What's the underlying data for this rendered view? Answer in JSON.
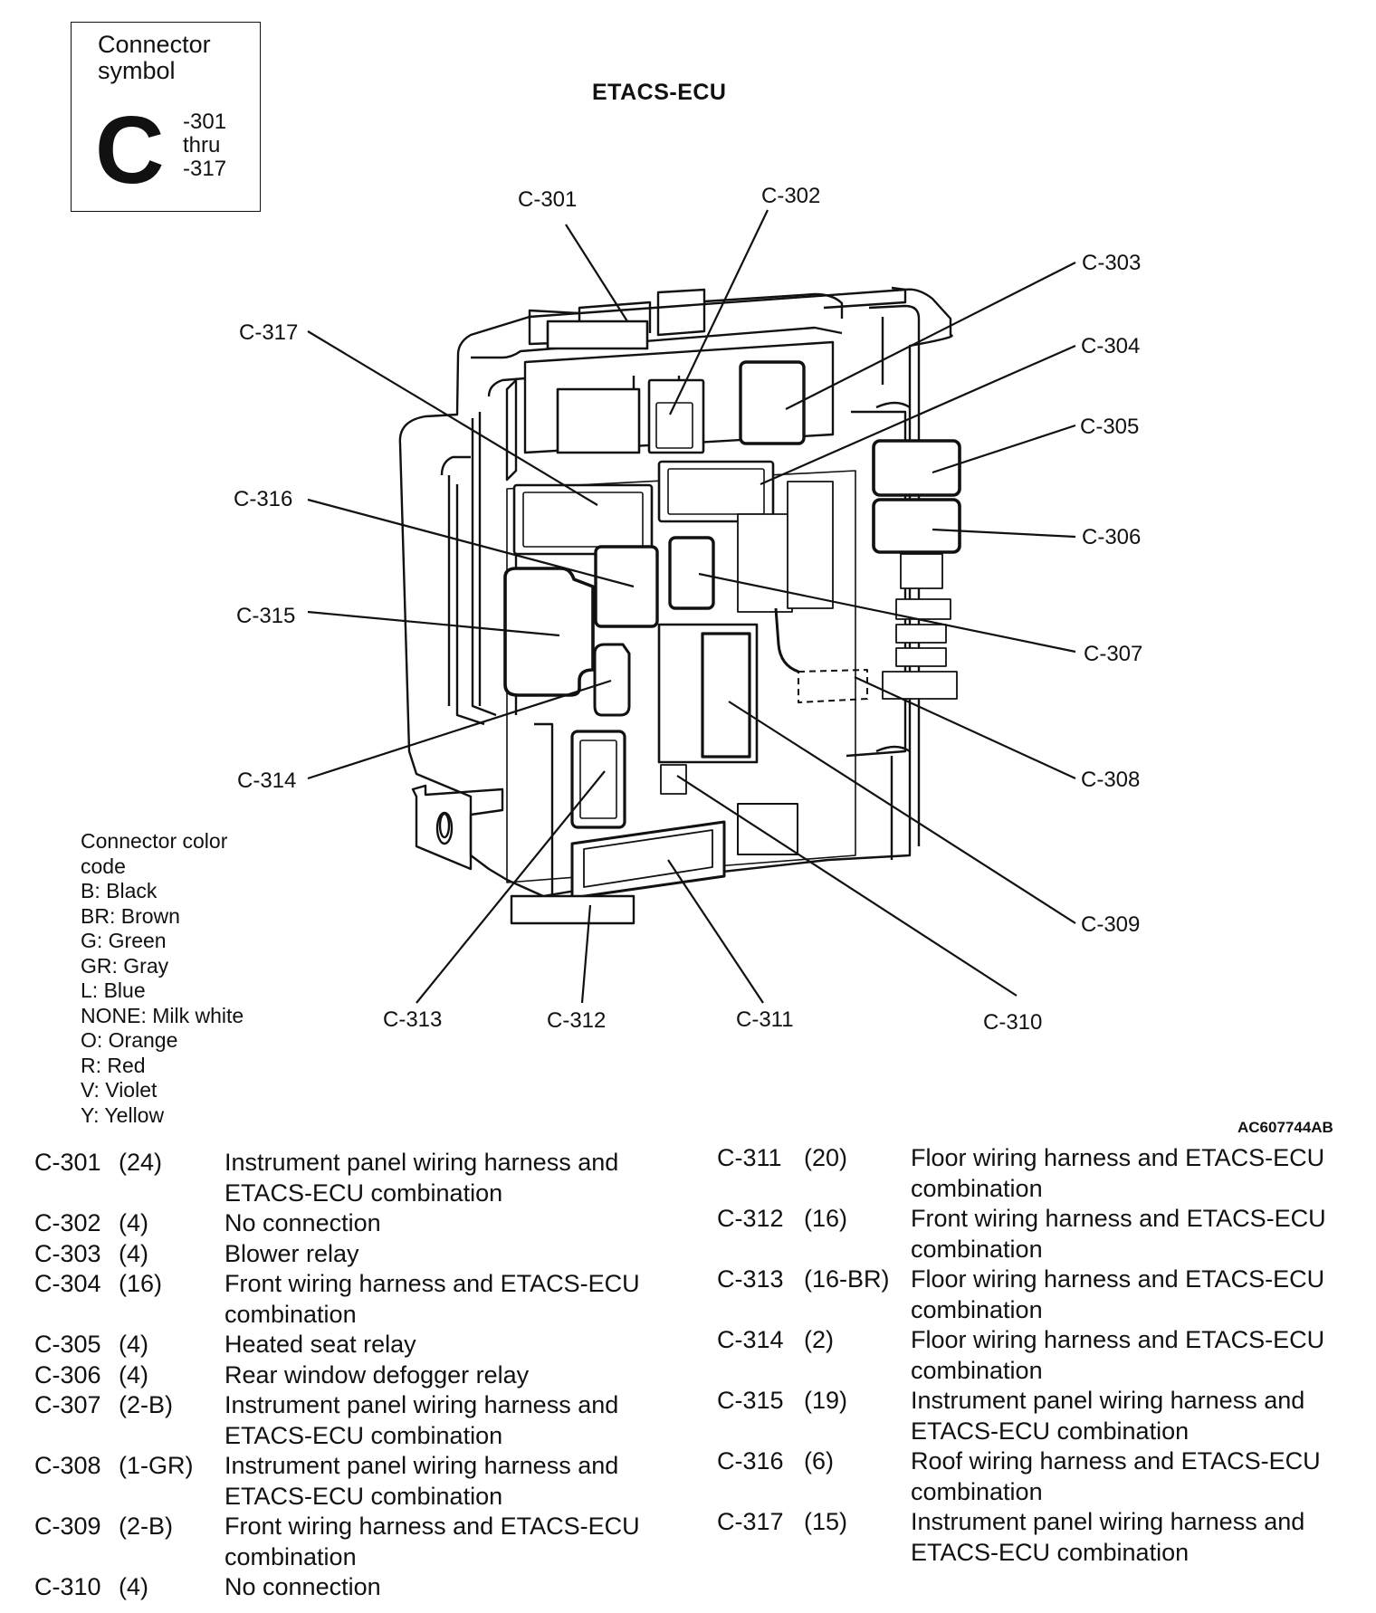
{
  "symbol_box": {
    "label": "Connector\nsymbol",
    "letter": "C",
    "range": "-301\nthru\n-317"
  },
  "title": "ETACS-ECU",
  "figure_code": "AC607744AB",
  "callouts": [
    "C-301",
    "C-302",
    "C-303",
    "C-304",
    "C-305",
    "C-306",
    "C-307",
    "C-308",
    "C-309",
    "C-310",
    "C-311",
    "C-312",
    "C-313",
    "C-314",
    "C-315",
    "C-316",
    "C-317"
  ],
  "color_legend": {
    "heading": "Connector color\ncode",
    "items": [
      "B: Black",
      "BR: Brown",
      "G: Green",
      "GR: Gray",
      "L: Blue",
      "NONE: Milk white",
      "O: Orange",
      "R: Red",
      "V: Violet",
      "Y: Yellow"
    ]
  },
  "connectors_left": [
    {
      "id": "C-301",
      "pins": "(24)",
      "desc": "Instrument panel wiring harness and\nETACS-ECU combination"
    },
    {
      "id": "C-302",
      "pins": "(4)",
      "desc": "No connection"
    },
    {
      "id": "C-303",
      "pins": "(4)",
      "desc": "Blower relay"
    },
    {
      "id": "C-304",
      "pins": "(16)",
      "desc": "Front wiring harness and ETACS-ECU\ncombination"
    },
    {
      "id": "C-305",
      "pins": "(4)",
      "desc": "Heated seat relay"
    },
    {
      "id": "C-306",
      "pins": "(4)",
      "desc": "Rear window defogger relay"
    },
    {
      "id": "C-307",
      "pins": "(2-B)",
      "desc": "Instrument panel wiring harness and\nETACS-ECU combination"
    },
    {
      "id": "C-308",
      "pins": "(1-GR)",
      "desc": "Instrument panel wiring harness and\nETACS-ECU combination"
    },
    {
      "id": "C-309",
      "pins": "(2-B)",
      "desc": "Front wiring harness and ETACS-ECU\ncombination"
    },
    {
      "id": "C-310",
      "pins": "(4)",
      "desc": "No connection"
    }
  ],
  "connectors_right": [
    {
      "id": "C-311",
      "pins": "(20)",
      "desc": "Floor wiring harness and ETACS-ECU\ncombination"
    },
    {
      "id": "C-312",
      "pins": "(16)",
      "desc": "Front wiring harness and ETACS-ECU\ncombination"
    },
    {
      "id": "C-313",
      "pins": "(16-BR)",
      "desc": "Floor wiring harness and ETACS-ECU\ncombination"
    },
    {
      "id": "C-314",
      "pins": "(2)",
      "desc": "Floor wiring harness and ETACS-ECU\ncombination"
    },
    {
      "id": "C-315",
      "pins": "(19)",
      "desc": "Instrument panel wiring harness and\nETACS-ECU combination"
    },
    {
      "id": "C-316",
      "pins": "(6)",
      "desc": "Roof wiring harness and ETACS-ECU\ncombination"
    },
    {
      "id": "C-317",
      "pins": "(15)",
      "desc": "Instrument panel wiring harness and\nETACS-ECU combination"
    }
  ]
}
